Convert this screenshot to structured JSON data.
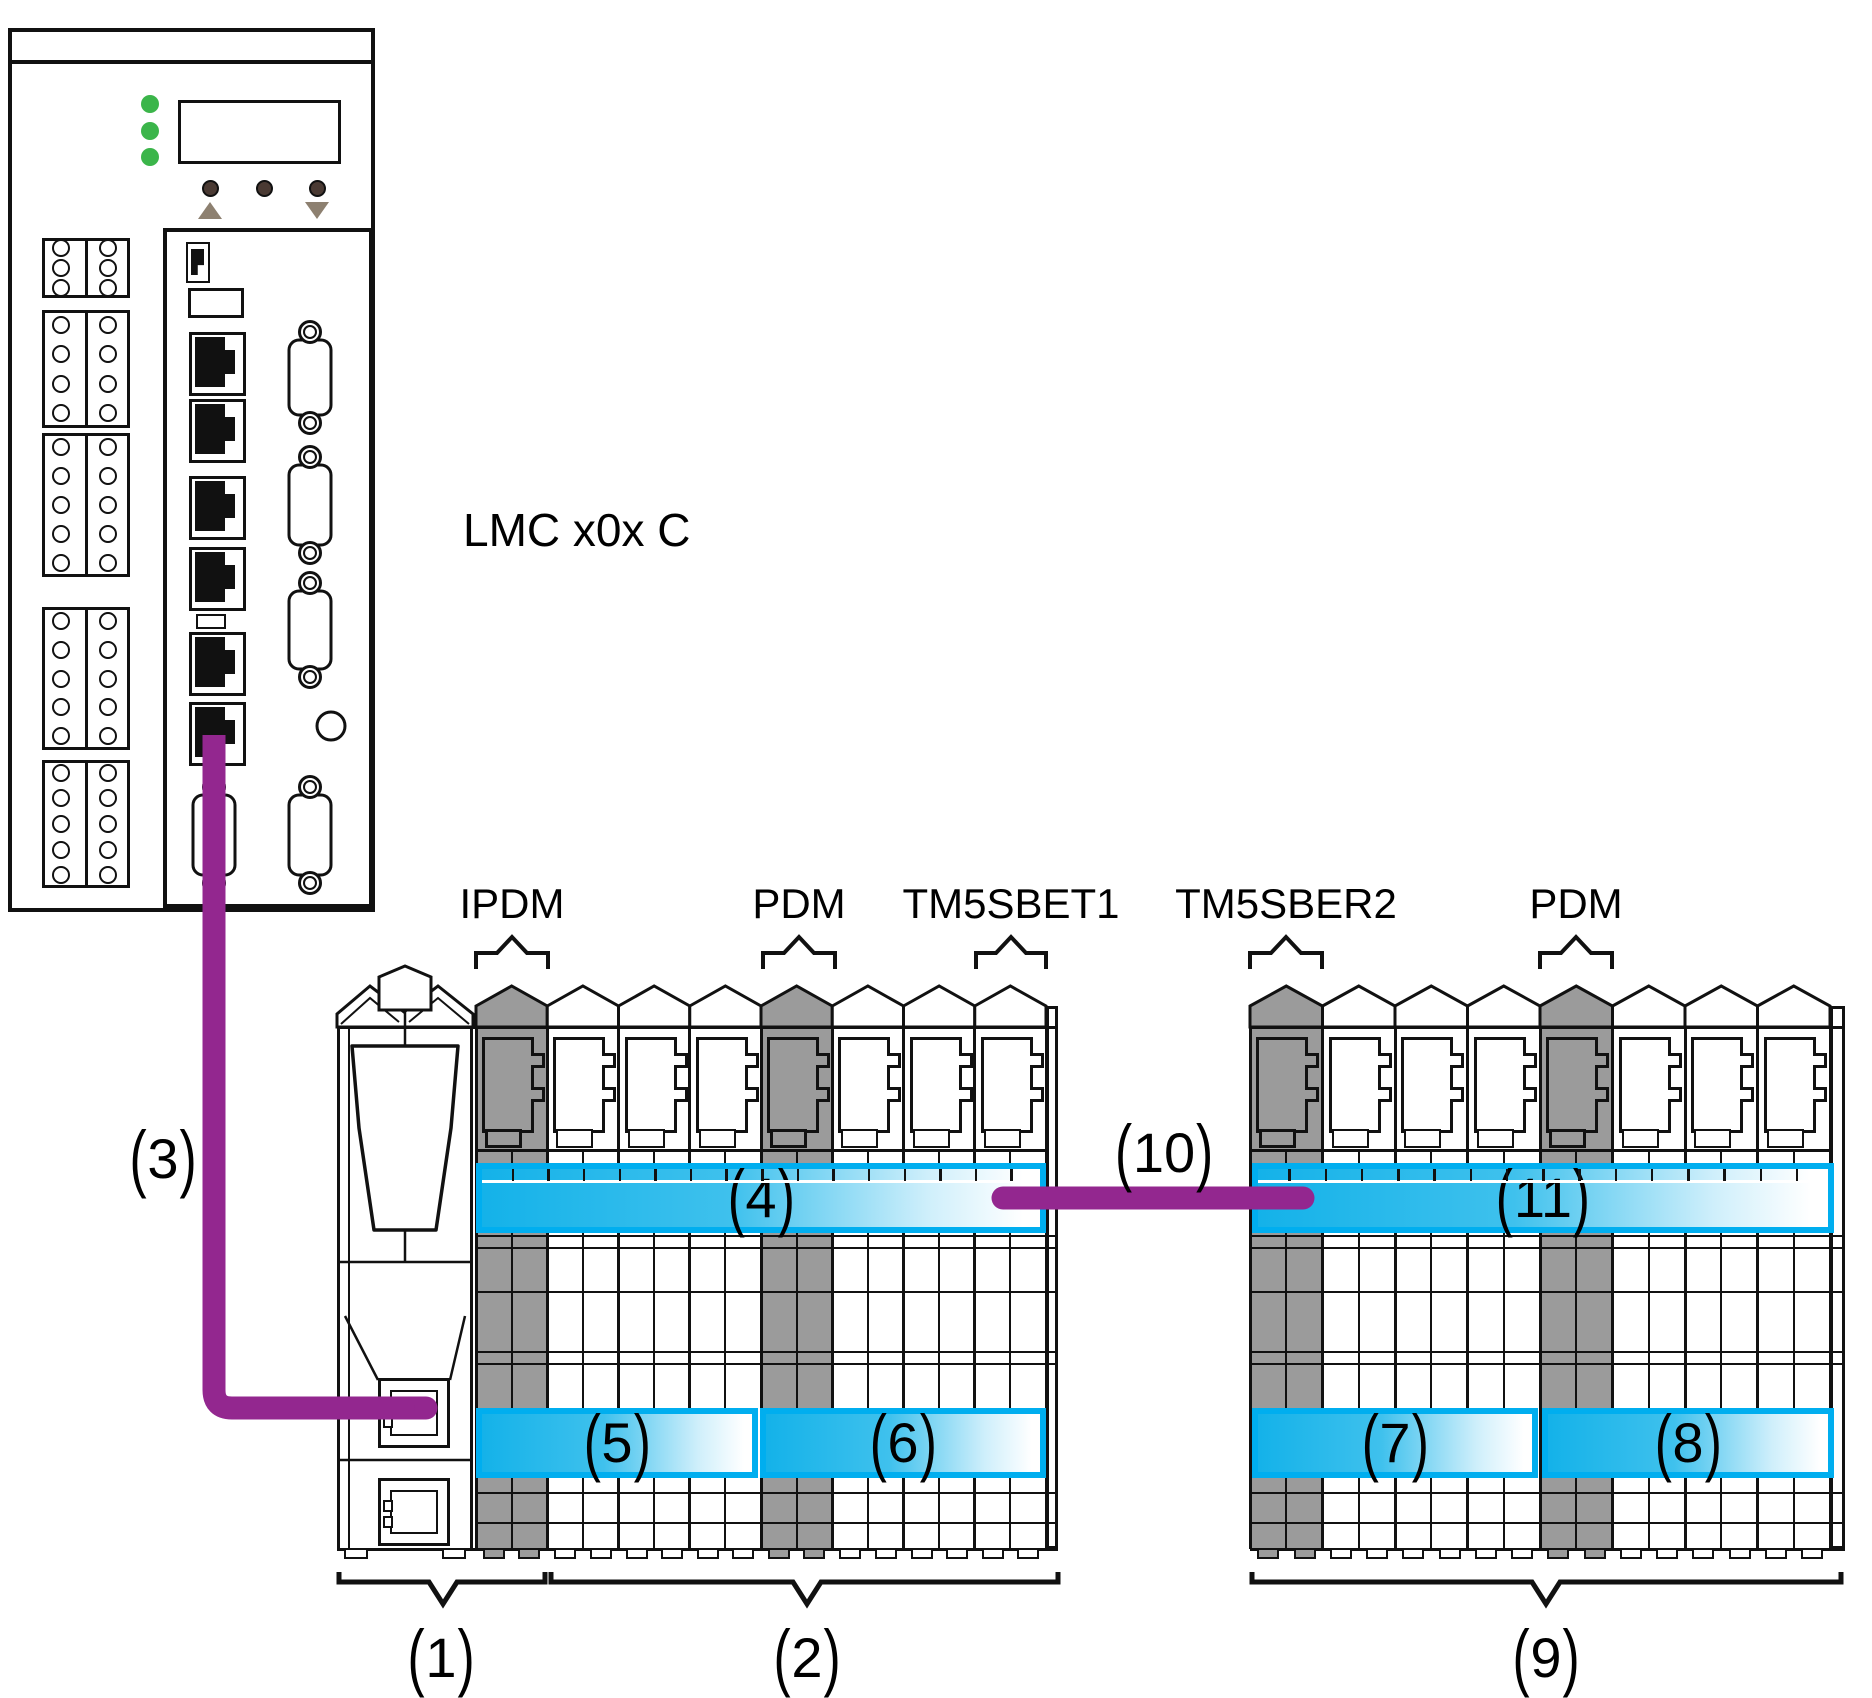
{
  "device": {
    "label": "LMC x0x C"
  },
  "module_labels": [
    {
      "text": "IPDM"
    },
    {
      "text": "PDM"
    },
    {
      "text": "TM5SBET1"
    },
    {
      "text": "TM5SBER2"
    },
    {
      "text": "PDM"
    }
  ],
  "callouts": {
    "c1": "(1)",
    "c2": "(2)",
    "c3": "(3)",
    "c4": "(4)",
    "c5": "(5)",
    "c6": "(6)",
    "c7": "(7)",
    "c8": "(8)",
    "c9": "(9)",
    "c10": "(10)",
    "c11": "(11)"
  },
  "colors": {
    "cyan_border": "#00aeef",
    "cyan_fill": "#14b2e9",
    "purple": "#93278f",
    "green_led": "#3bb54a",
    "module_gray": "#9b9b9b",
    "button_brown": "#4a3a33",
    "arrow_tan": "#8d8070",
    "line_black": "#111111"
  }
}
